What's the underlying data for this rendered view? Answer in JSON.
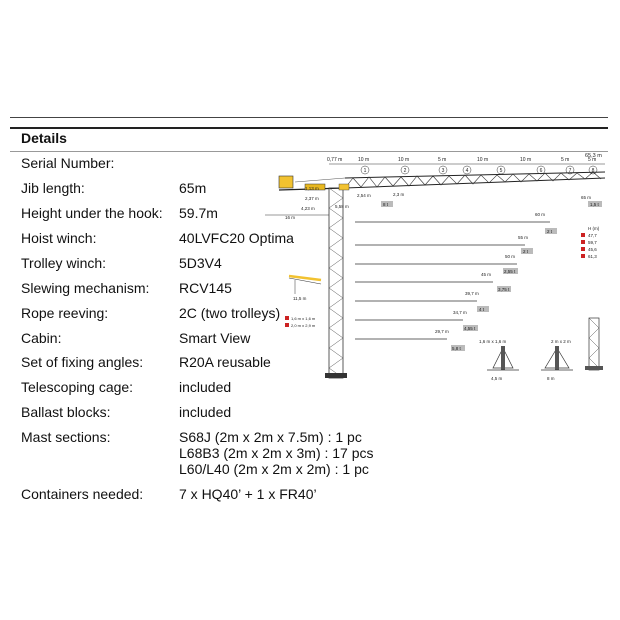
{
  "section_title": "Details",
  "rows": [
    {
      "label": "Serial Number:",
      "value": ""
    },
    {
      "label": "Jib length:",
      "value": "65m"
    },
    {
      "label": "Height under the hook:",
      "value": "59.7m"
    },
    {
      "label": "Hoist winch:",
      "value": "40LVFC20 Optima"
    },
    {
      "label": "Trolley winch:",
      "value": "5D3V4"
    },
    {
      "label": "Slewing mechanism:",
      "value": "RCV145"
    },
    {
      "label": "Rope reeving:",
      "value": "2C (two trolleys)"
    },
    {
      "label": "Cabin:",
      "value": "Smart View"
    },
    {
      "label": "Set of fixing angles:",
      "value": "R20A reusable"
    },
    {
      "label": "Telescoping cage:",
      "value": "included"
    },
    {
      "label": "Ballast blocks:",
      "value": "included"
    }
  ],
  "mast_sections": {
    "label": "Mast sections:",
    "lines": [
      "S68J (2m x 2m x 7.5m) : 1 pc",
      "L68B3 (2m x 2m x 3m) : 17 pcs",
      "L60/L40 (2m x 2m x 2m) : 1 pc"
    ]
  },
  "containers": {
    "label": "Containers needed:",
    "value": "7 x HQ40’ + 1 x FR40’"
  },
  "diagram": {
    "top_dims": [
      "0,77 m",
      "10 m",
      "10 m",
      "5 m",
      "10 m",
      "10 m",
      "5 m",
      "5 m"
    ],
    "total_dim": "65,3 m",
    "section_numbers": [
      "1",
      "2",
      "3",
      "4",
      "5",
      "6",
      "7",
      "8"
    ],
    "left_dims": [
      "1,13 m",
      "2,37 m",
      "4,23 m",
      "16 m",
      "2,54 m",
      "2,3 m",
      "5,58 m",
      "8 t"
    ],
    "jib_configs": [
      {
        "length": "60 m",
        "weight": "2 t"
      },
      {
        "length": "55 m",
        "weight": "2 t"
      },
      {
        "length": "50 m",
        "weight": "2,55 t"
      },
      {
        "length": "45 m",
        "weight": "3,75 t"
      },
      {
        "length": "39,7 m",
        "weight": "4 t"
      },
      {
        "length": "34,7 m",
        "weight": "4,55 t"
      },
      {
        "length": "29,7 m",
        "weight": "5,8 t"
      }
    ],
    "tip_dim": "65 m",
    "tip_weight": "1,5 t",
    "height_legend_title": "H (m)",
    "height_values": [
      "47,7",
      "59,7",
      "45,6",
      "61,3"
    ],
    "counterjib_dim": "11,5 m",
    "fixing_labels": [
      "1,6 m x 1,6 m",
      "2,0 m x 2,9 m"
    ],
    "base_dims": [
      "1,6 m x 1,6 m",
      "2 m x 2 m"
    ],
    "base_measures": [
      "4,5 m",
      "8 m"
    ]
  }
}
